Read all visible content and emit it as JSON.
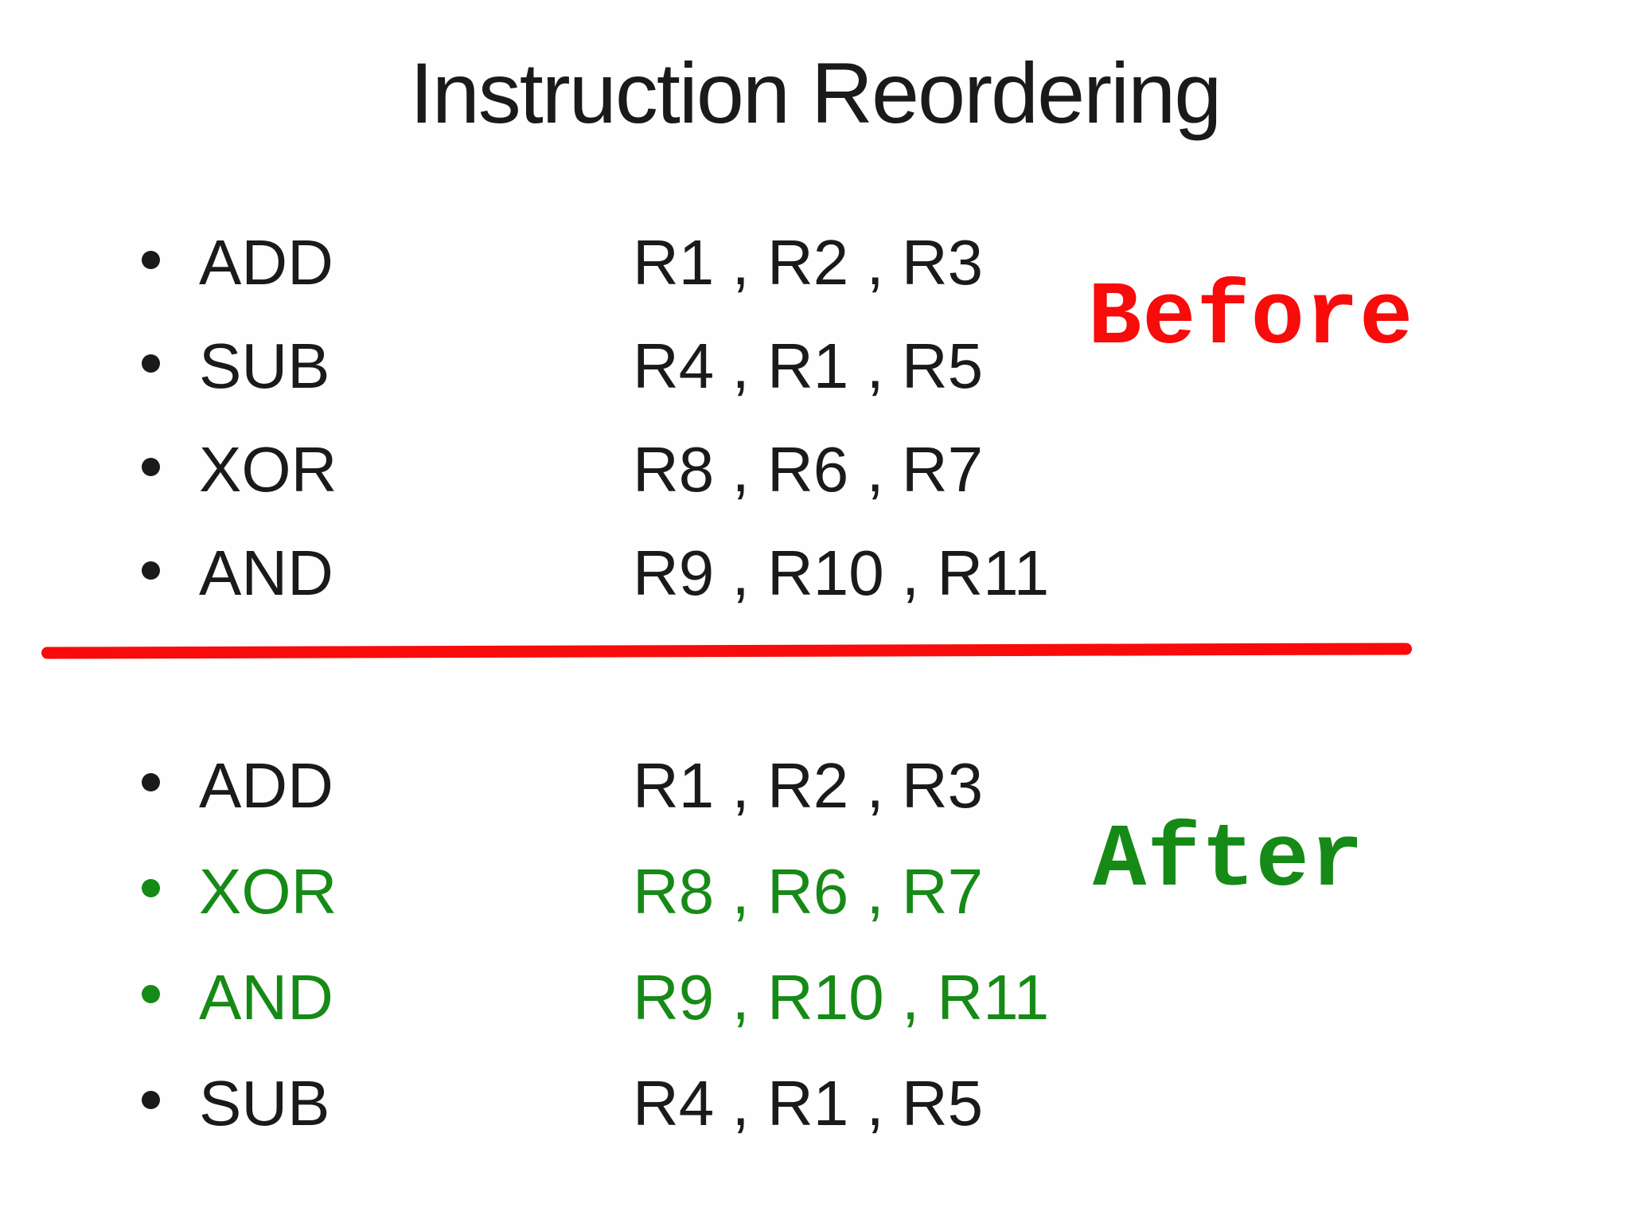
{
  "title": "Instruction Reordering",
  "colors": {
    "red": "#f80b0b",
    "green": "#168a16",
    "black": "#1a1a1a"
  },
  "before": {
    "label": "Before",
    "rows": [
      {
        "op": "ADD",
        "operands": "R1 , R2 , R3",
        "color": "black"
      },
      {
        "op": "SUB",
        "operands": "R4 , R1 , R5",
        "color": "black"
      },
      {
        "op": "XOR",
        "operands": "R8 , R6 , R7",
        "color": "black"
      },
      {
        "op": "AND",
        "operands": "R9 , R10 , R11",
        "color": "black"
      }
    ]
  },
  "after": {
    "label": "After",
    "rows": [
      {
        "op": "ADD",
        "operands": "R1 , R2 , R3",
        "color": "black"
      },
      {
        "op": "XOR",
        "operands": "R8 , R6 , R7",
        "color": "green"
      },
      {
        "op": "AND",
        "operands": "R9 , R10 , R11",
        "color": "green"
      },
      {
        "op": "SUB",
        "operands": "R4 , R1 , R5",
        "color": "black"
      }
    ]
  },
  "divider": {
    "style": "horizontal-rule"
  }
}
